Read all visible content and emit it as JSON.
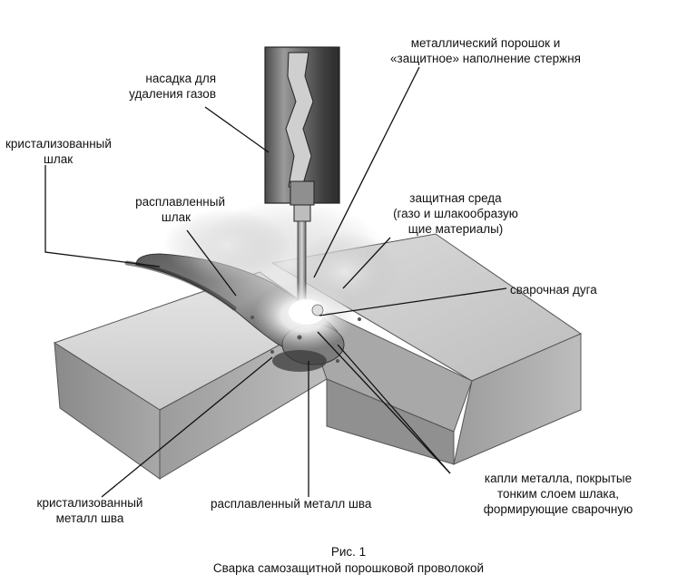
{
  "labels": {
    "powder_line1": "металлический порошок и",
    "powder_line2": "«защитное» наполнение стержня",
    "nozzle_line1": "насадка для",
    "nozzle_line2": "удаления газов",
    "cryst_slag_line1": "кристализованный",
    "cryst_slag_line2": "шлак",
    "molten_slag_line1": "расплавленный",
    "molten_slag_line2": "шлак",
    "shield_line1": "защитная среда",
    "shield_line2": "(газо и шлакообразую",
    "shield_line3": "щие материалы)",
    "arc": "сварочная дуга",
    "cryst_metal_line1": "кристализованный",
    "cryst_metal_line2": "металл шва",
    "molten_metal": "расплавленный металл шва",
    "drops_line1": "капли металла, покрытые",
    "drops_line2": "тонким слоем шлака,",
    "drops_line3": "формирующие сварочную"
  },
  "caption": {
    "fig": "Рис. 1",
    "title": "Сварка самозащитной порошковой проволокой"
  }
}
